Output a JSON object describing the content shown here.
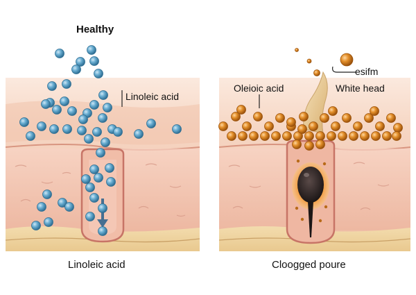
{
  "left_panel": {
    "title": "Healthy",
    "callout": "Linoleic acid",
    "caption": "Linoleic acid",
    "colors": {
      "molecule": "#5a9fc4",
      "molecule_dark": "#2f6f94",
      "arrow": "#466f91"
    }
  },
  "right_panel": {
    "callout_left": "Oleioic acid",
    "callout_top": "esifm",
    "callout_right": "White head",
    "caption": "Cloogged poure",
    "colors": {
      "molecule": "#e0922e",
      "molecule_dark": "#a95c0e",
      "sebum": "#e8c98f",
      "plug": "#2b2424"
    }
  },
  "skin_colors": {
    "epidermis": "#f6d9c7",
    "dermis": "#f0c7b1",
    "fat": "#f3ddb1",
    "pore_wall": "#d88a82"
  }
}
